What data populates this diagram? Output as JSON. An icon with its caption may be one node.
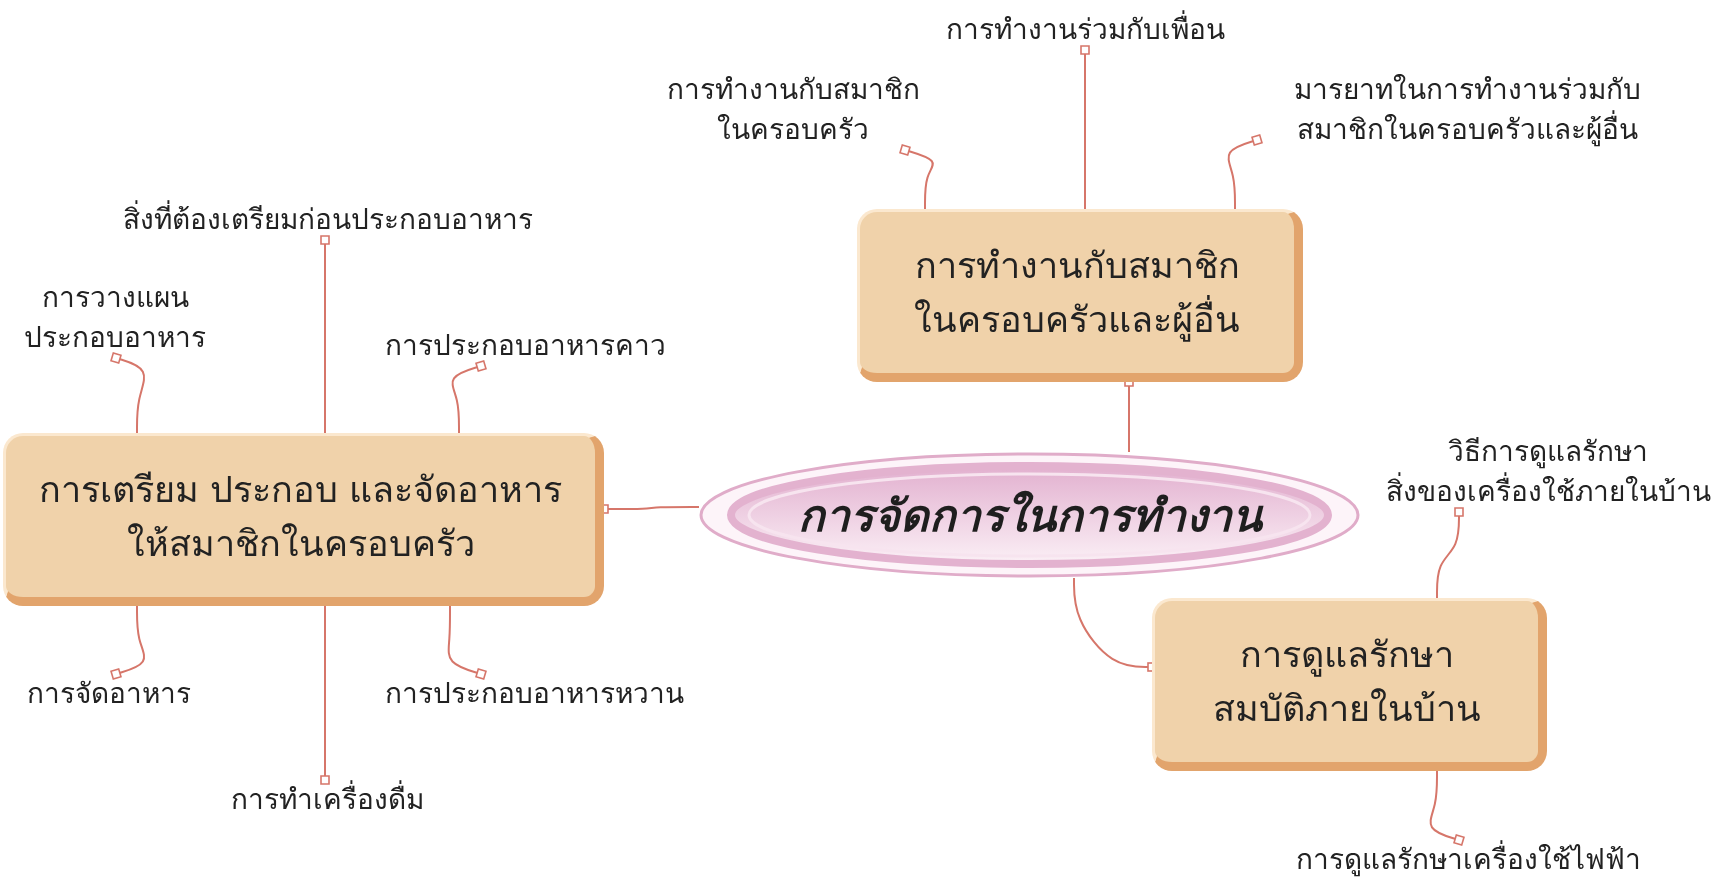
{
  "diagram": {
    "nodes": [
      {
        "text": [
          "การจัดการในการทำงาน"
        ]
      },
      {
        "text": [
          "การทำงานกับสมาชิก ในครอบครัวและผู้อื่น"
        ]
      },
      {
        "text": [
          "การเตรียม ประกอบ และจัดอาหาร ให้สมาชิกในครอบครัว"
        ]
      },
      {
        "text": [
          "การดูแลรักษา สมบัติภายในบ้าน"
        ]
      },
      {
        "text": [
          "การทำงานกับสมาชิก ในครอบครัว"
        ]
      },
      {
        "text": [
          "การทำงานร่วมกับเพื่อน"
        ]
      },
      {
        "text": [
          "มารยาทในการทำงานร่วมกับ สมาชิกในครอบครัวและผู้อื่น"
        ]
      },
      {
        "text": [
          "สิ่งที่ต้องเตรียมก่อนประกอบอาหาร"
        ]
      },
      {
        "text": [
          "การวางแผน ประกอบอาหาร"
        ]
      },
      {
        "text": [
          "การประกอบอาหารคาว"
        ]
      },
      {
        "text": [
          "การจัดอาหาร"
        ]
      },
      {
        "text": [
          "การทำเครื่องดื่ม"
        ]
      },
      {
        "text": [
          "การประกอบอาหารหวาน"
        ]
      },
      {
        "text": [
          "วิธีการดูแลรักษา สิ่งของเครื่องใช้ภายในบ้าน"
        ]
      },
      {
        "text": [
          "การดูแลรักษาเครื่องใช้ไฟฟ้า"
        ]
      }
    ],
    "edges": [
      {
        "from": 0,
        "to": 1,
        "arrow": "other"
      },
      {
        "from": 0,
        "to": 2,
        "arrow": "other"
      },
      {
        "from": 0,
        "to": 3,
        "arrow": "other"
      },
      {
        "from": 1,
        "to": 4,
        "arrow": "other"
      },
      {
        "from": 1,
        "to": 5,
        "arrow": "other"
      },
      {
        "from": 1,
        "to": 6,
        "arrow": "other"
      },
      {
        "from": 2,
        "to": 7,
        "arrow": "other"
      },
      {
        "from": 2,
        "to": 8,
        "arrow": "other"
      },
      {
        "from": 2,
        "to": 9,
        "arrow": "other"
      },
      {
        "from": 2,
        "to": 10,
        "arrow": "other"
      },
      {
        "from": 2,
        "to": 11,
        "arrow": "other"
      },
      {
        "from": 2,
        "to": 12,
        "arrow": "other"
      },
      {
        "from": 3,
        "to": 13,
        "arrow": "other"
      },
      {
        "from": 3,
        "to": 14,
        "arrow": "other"
      }
    ]
  }
}
